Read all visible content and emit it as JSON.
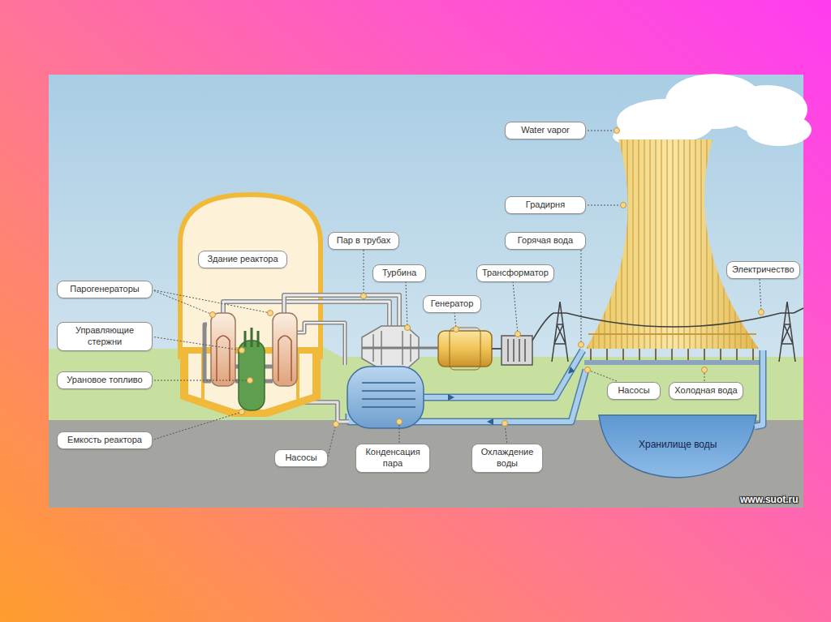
{
  "diagram": {
    "nodes": [
      {
        "text": [
          "Water vapor"
        ]
      },
      {
        "text": [
          "Градирня"
        ]
      },
      {
        "text": [
          "Пар в трубах"
        ]
      },
      {
        "text": [
          "Горячая вода"
        ]
      },
      {
        "text": [
          "Здание реактора"
        ]
      },
      {
        "text": [
          "Турбина"
        ]
      },
      {
        "text": [
          "Трансформатор"
        ]
      },
      {
        "text": [
          "Электричество"
        ]
      },
      {
        "text": [
          "Парогенераторы"
        ]
      },
      {
        "text": [
          "Генератор"
        ]
      },
      {
        "text": [
          "Управляющие стержни"
        ]
      },
      {
        "text": [
          "Урановое топливо"
        ]
      },
      {
        "text": [
          "Насосы"
        ]
      },
      {
        "text": [
          "Холодная вода"
        ]
      },
      {
        "text": [
          "Емкость реактора"
        ]
      },
      {
        "text": [
          "Насосы"
        ]
      },
      {
        "text": [
          "Конденсация пара"
        ]
      },
      {
        "text": [
          "Охлаждение воды"
        ]
      }
    ],
    "labels": [
      "Хранилище воды",
      "www.suot.ru"
    ]
  }
}
